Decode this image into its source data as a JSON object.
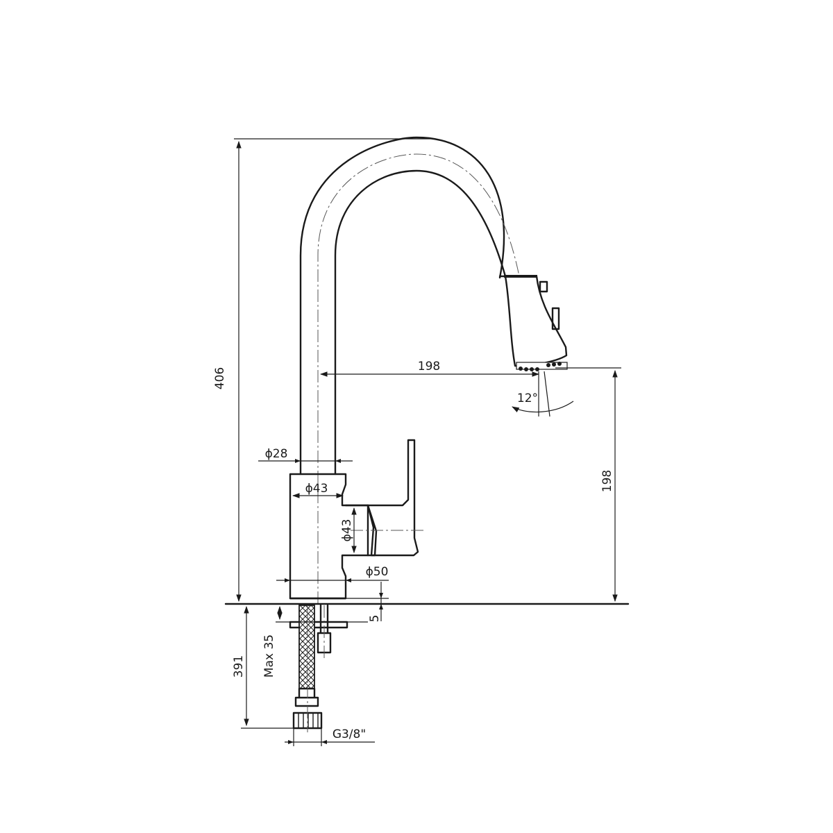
{
  "dimensions": {
    "total_height": "406",
    "spout_reach": "198",
    "spout_outlet_height": "198",
    "spray_angle": "12°",
    "spout_diameter": "ϕ28",
    "body_top_diameter": "ϕ43",
    "body_side_diameter": "ϕ43",
    "base_diameter": "ϕ50",
    "base_thickness": "5",
    "max_deck_thickness": "Max 35",
    "hose_length": "391",
    "connection_thread": "G3/8\""
  }
}
